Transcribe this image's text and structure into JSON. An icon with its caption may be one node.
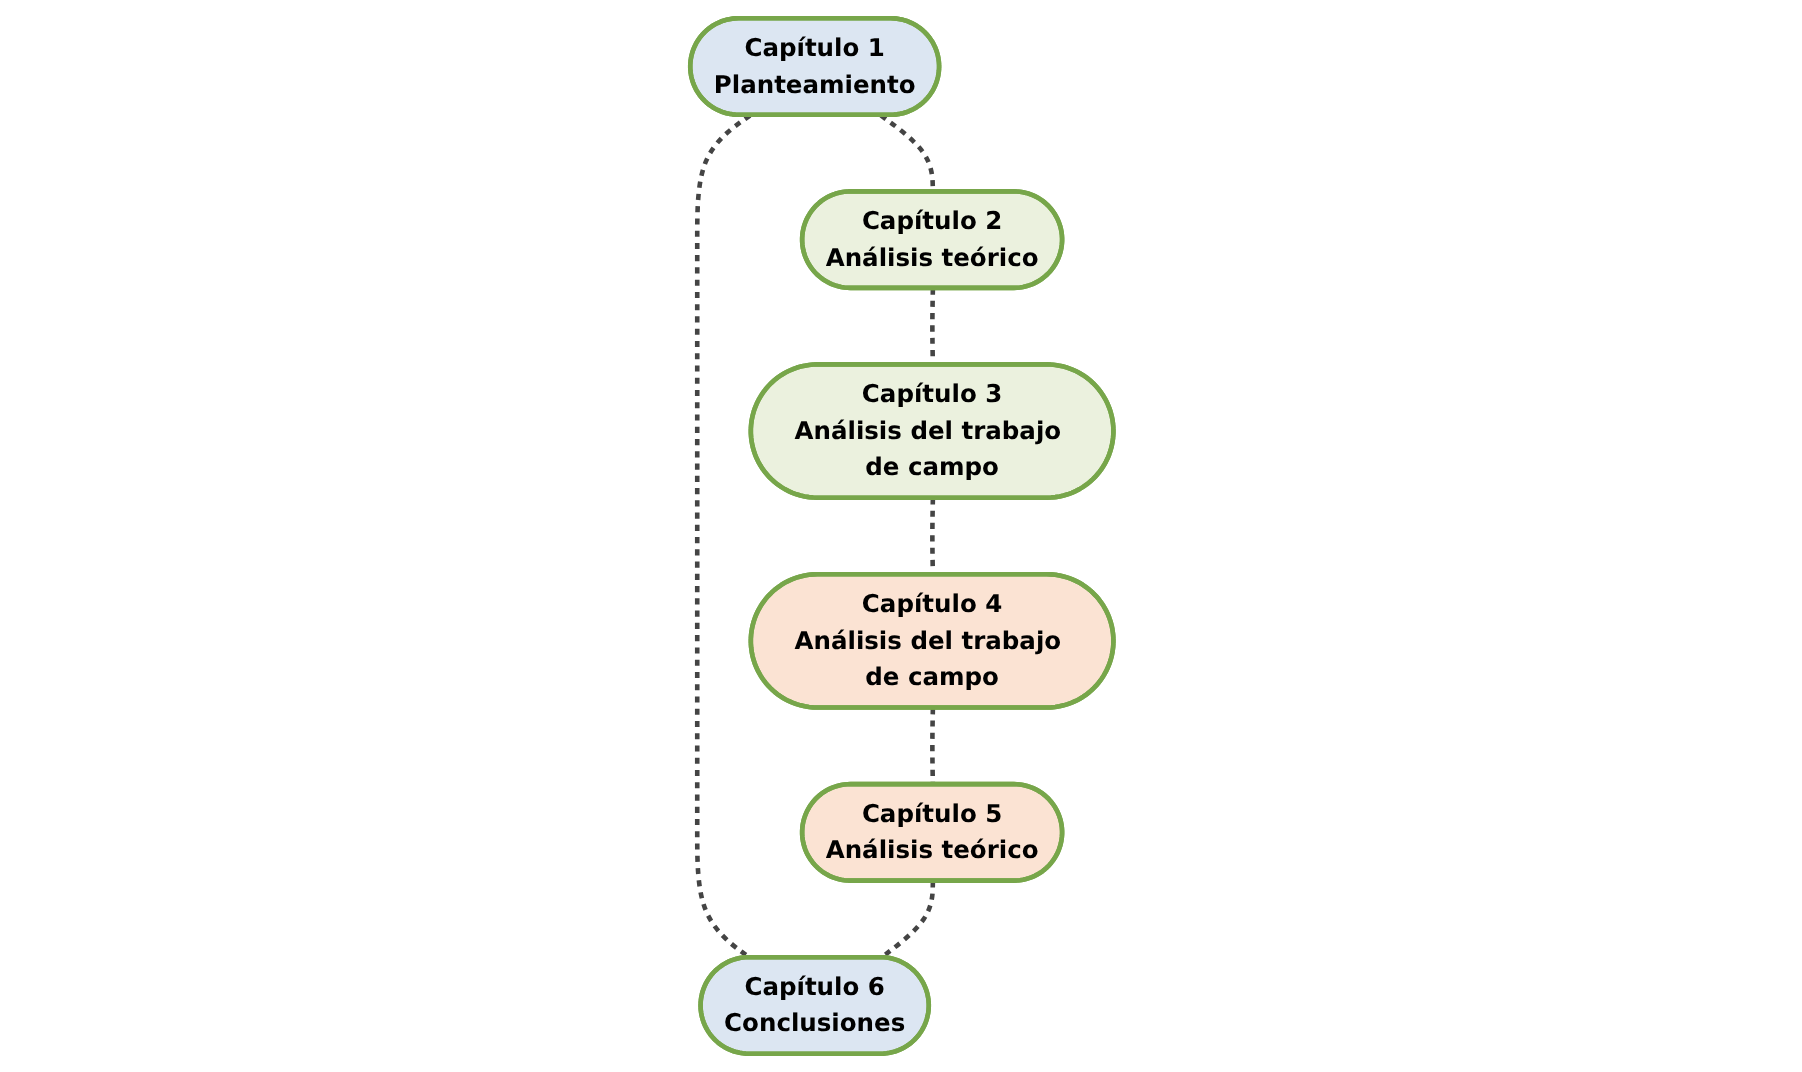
{
  "diagram": {
    "nodes": [
      {
        "text": [
          "Capítulo 1",
          "Planteamiento"
        ]
      },
      {
        "text": [
          "Capítulo 6",
          "Conclusiones"
        ]
      },
      {
        "text": [
          "Capítulo 2",
          "Análisis teórico"
        ]
      },
      {
        "text": [
          "Capítulo 5",
          "Análisis teórico"
        ]
      },
      {
        "text": [
          "Capítulo 3",
          "Análisis del trabajo de campo"
        ]
      },
      {
        "text": [
          "Capítulo 4",
          "Análisis del trabajo de campo"
        ]
      }
    ],
    "edges": [
      {
        "from": 0,
        "to": 1,
        "arrow": "none",
        "style": "dashed"
      },
      {
        "from": 0,
        "to": 2,
        "arrow": "none",
        "style": "dashed"
      },
      {
        "from": 2,
        "to": 4,
        "arrow": "none",
        "style": "dashed"
      },
      {
        "from": 4,
        "to": 5,
        "arrow": "none",
        "style": "dashed"
      },
      {
        "from": 5,
        "to": 3,
        "arrow": "none",
        "style": "dashed"
      },
      {
        "from": 3,
        "to": 1,
        "arrow": "none",
        "style": "dashed"
      }
    ]
  }
}
